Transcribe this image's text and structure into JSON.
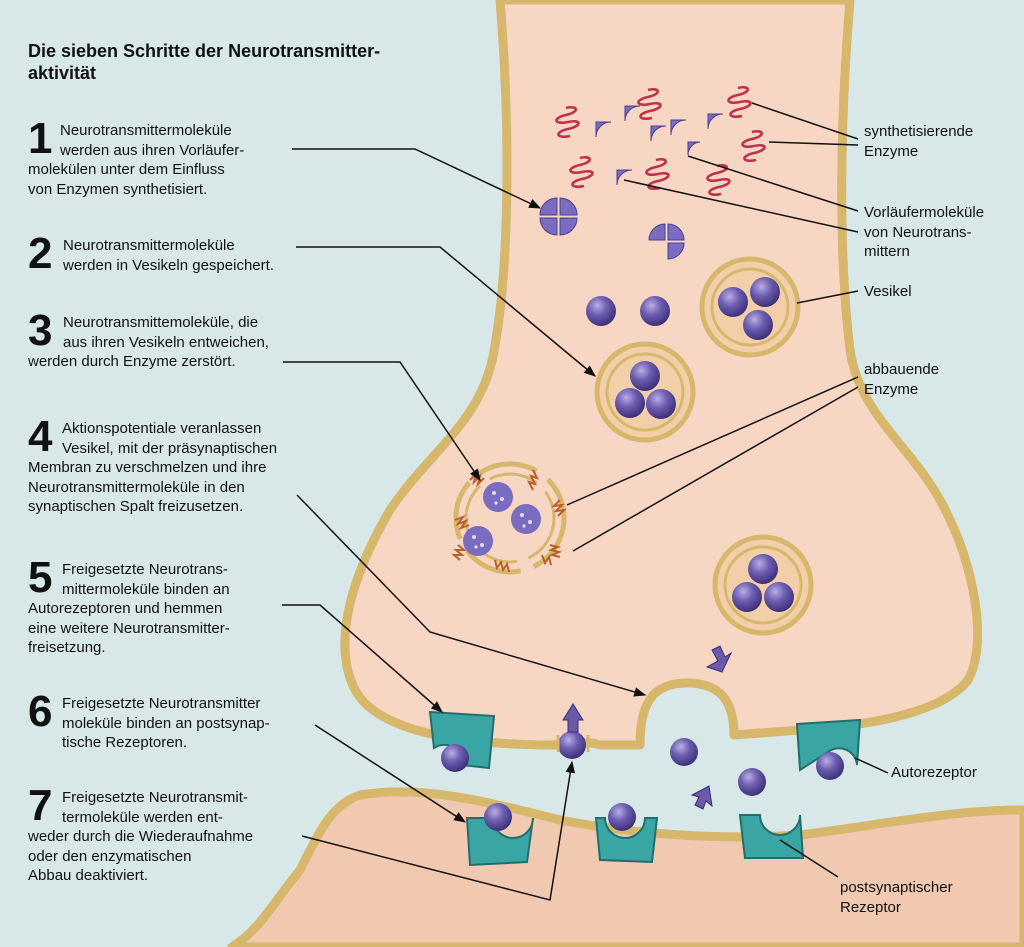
{
  "title": {
    "line1": "Die sieben Schritte der Neurotransmitter-",
    "line2": "aktivität"
  },
  "steps": [
    {
      "number": "1",
      "lines": [
        "Neurotransmittermoleküle",
        "werden aus ihren Vorläufer-",
        "molekülen unter dem Einfluss",
        "von Enzymen synthetisiert."
      ]
    },
    {
      "number": "2",
      "lines": [
        "Neurotransmittermoleküle",
        "werden in Vesikeln gespeichert."
      ]
    },
    {
      "number": "3",
      "lines": [
        "Neurotransmittemoleküle, die",
        "aus ihren Vesikeln entweichen,",
        "werden durch Enzyme zerstört."
      ]
    },
    {
      "number": "4",
      "lines": [
        "Aktionspotentiale veranlassen",
        "Vesikel, mit der präsynaptischen",
        "Membran zu verschmelzen und ihre",
        "Neurotransmittermoleküle in den",
        "synaptischen Spalt freizusetzen."
      ]
    },
    {
      "number": "5",
      "lines": [
        "Freigesetzte Neurotrans-",
        "mittermoleküle binden an",
        "Autorezeptoren und hemmen",
        "eine weitere Neurotransmitter-",
        "freisetzung."
      ]
    },
    {
      "number": "6",
      "lines": [
        "Freigesetzte Neurotransmitter",
        "moleküle binden an postsynap-",
        "tische Rezeptoren."
      ]
    },
    {
      "number": "7",
      "lines": [
        "Freigesetzte Neurotransmit-",
        "termoleküle werden ent-",
        "weder durch die Wiederaufnahme",
        "oder den enzymatischen",
        "Abbau deaktiviert."
      ]
    }
  ],
  "labels": {
    "synth_enzymes": [
      "synthetisierende",
      "Enzyme"
    ],
    "precursors": [
      "Vorläufermoleküle",
      "von Neurotrans-",
      "mittern"
    ],
    "vesicle": [
      "Vesikel"
    ],
    "degrading_enzymes": [
      "abbauende",
      "Enzyme"
    ],
    "autoreceptor": [
      "Autorezeptor"
    ],
    "post_receptor": [
      "postsynaptischer",
      "Rezeptor"
    ]
  },
  "colors": {
    "background": "#d8e8e8",
    "neuron_fill": "#f7d6c4",
    "membrane": "#d7b76b",
    "molecule": "#6a5aa8",
    "receptor": "#3aa6a4",
    "enzyme": "#c0304c",
    "degrading_enzyme": "#b8602a",
    "text": "#111111"
  }
}
